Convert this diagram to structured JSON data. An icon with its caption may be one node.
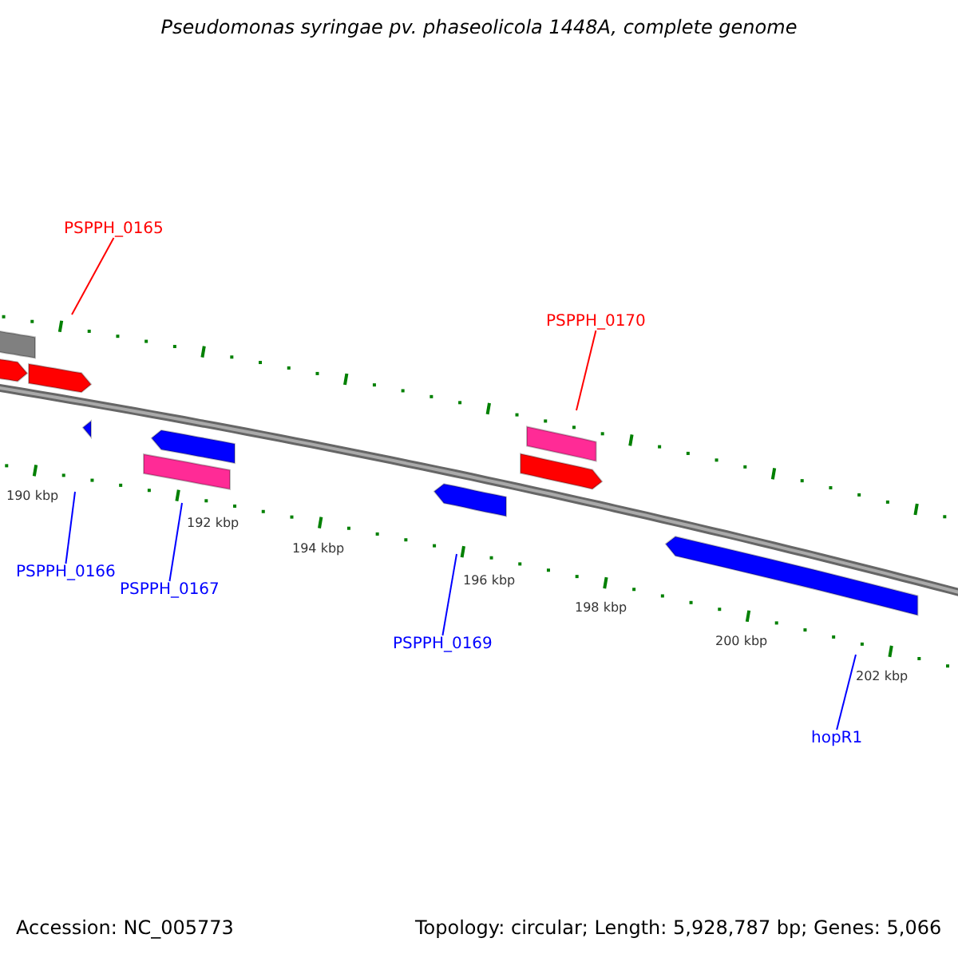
{
  "diagram": {
    "title": "Pseudomonas syringae pv. phaseolicola 1448A, complete genome",
    "nodes": [
      {
        "text": [
          "PSPPH_0165"
        ]
      },
      {
        "text": [
          "PSPPH_0170"
        ]
      },
      {
        "text": [
          "PSPPH_0166"
        ]
      },
      {
        "text": [
          "PSPPH_0167"
        ]
      },
      {
        "text": [
          "PSPPH_0169"
        ]
      },
      {
        "text": [
          "hopR1"
        ]
      }
    ],
    "edges": [
      {
        "from": 0,
        "to": null,
        "arrow": "none",
        "color": "#ff0000"
      },
      {
        "from": 1,
        "to": null,
        "arrow": "none",
        "color": "#ff0000"
      },
      {
        "from": 2,
        "to": null,
        "arrow": "none"
      },
      {
        "from": 3,
        "to": null,
        "arrow": "none"
      },
      {
        "from": 4,
        "to": null,
        "arrow": "none"
      },
      {
        "from": 5,
        "to": null,
        "arrow": "none"
      }
    ],
    "labels": [
      "190 kbp",
      "192 kbp",
      "194 kbp",
      "196 kbp",
      "198 kbp",
      "200 kbp",
      "202 kbp",
      "Accession: NC_005773",
      "Topology: circular; Length: 5,928,787 bp; Genes: 5,066"
    ]
  }
}
